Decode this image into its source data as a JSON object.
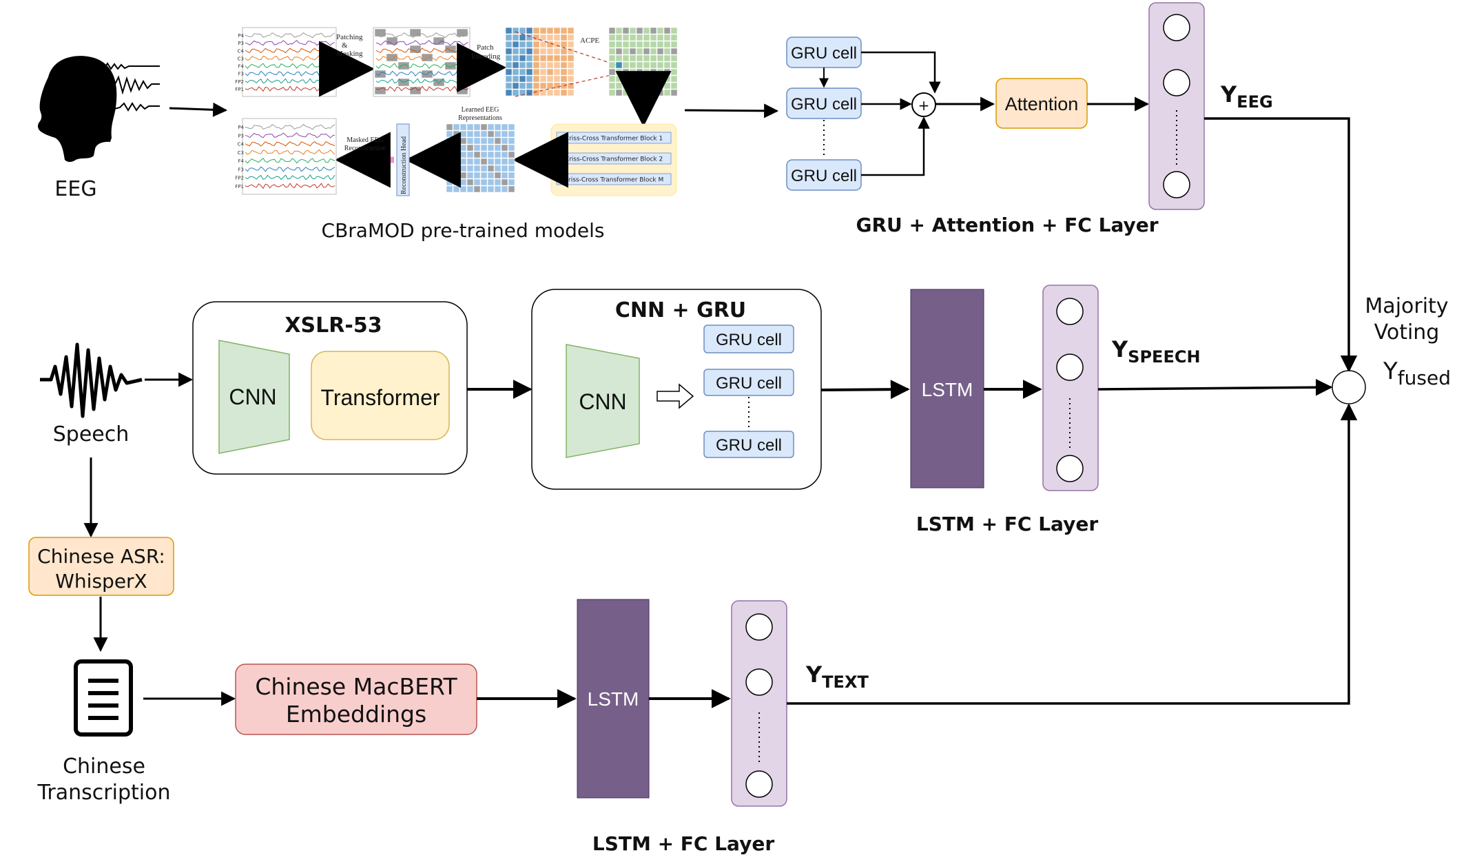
{
  "eeg": {
    "label": "EEG",
    "pretrain": {
      "caption": "CBraMOD pre-trained models",
      "channels": [
        "P4",
        "P3",
        "C4",
        "C3",
        "F4",
        "F3",
        "FP2",
        "FP1"
      ],
      "patching_label_1": "Patching",
      "patching_label_2": "&",
      "patching_label_3": "Masking",
      "patch_encoding_1": "Patch",
      "patch_encoding_2": "Encoding",
      "acpe": "ACPE",
      "learned_1": "Learned EEG",
      "learned_2": "Representations",
      "masked_1": "Masked EEG",
      "masked_2": "Reconstruction",
      "recon_head": "Reconstruction Head",
      "blocks": [
        "Criss-Cross Transformer Block 1",
        "Criss-Cross Transformer Block 2",
        "Criss-Cross Transformer Block M"
      ]
    },
    "gru_cells": [
      "GRU cell",
      "GRU cell",
      "GRU cell"
    ],
    "plus": "+",
    "attention": "Attention",
    "section_caption": "GRU + Attention + FC Layer",
    "output_main": "Y",
    "output_sub": "EEG"
  },
  "speech": {
    "label": "Speech",
    "xslr_title": "XSLR-53",
    "xslr_cnn": "CNN",
    "xslr_transformer": "Transformer",
    "cnngru_title": "CNN + GRU",
    "cnngru_cnn": "CNN",
    "gru_cells": [
      "GRU cell",
      "GRU cell",
      "GRU cell"
    ],
    "lstm": "LSTM",
    "section_caption": "LSTM + FC Layer",
    "output_main": "Y",
    "output_sub": "SPEECH"
  },
  "text": {
    "asr_line1": "Chinese ASR:",
    "asr_line2": "WhisperX",
    "transcription_line1": "Chinese",
    "transcription_line2": "Transcription",
    "macbert_line1": "Chinese MacBERT",
    "macbert_line2": "Embeddings",
    "lstm": "LSTM",
    "section_caption": "LSTM + FC Layer",
    "output_main": "Y",
    "output_sub": "TEXT"
  },
  "fusion": {
    "voting_line1": "Majority",
    "voting_line2": "Voting",
    "output_main": "Y",
    "output_sub": "fused"
  },
  "colors": {
    "gru_fill": "#dae8fc",
    "gru_stroke": "#6c8ebf",
    "attention_fill": "#ffe6cc",
    "attention_stroke": "#d79b00",
    "fc_fill": "#e1d5e7",
    "fc_stroke": "#9673a6",
    "lstm_fill": "#76608a",
    "cnn_fill": "#d5e8d4",
    "cnn_stroke": "#82b366",
    "transformer_fill": "#fff2cc",
    "transformer_stroke": "#d6b656",
    "macbert_fill": "#f8cecc",
    "macbert_stroke": "#b85450",
    "asr_fill": "#ffe6cc",
    "asr_stroke": "#d79b00"
  }
}
